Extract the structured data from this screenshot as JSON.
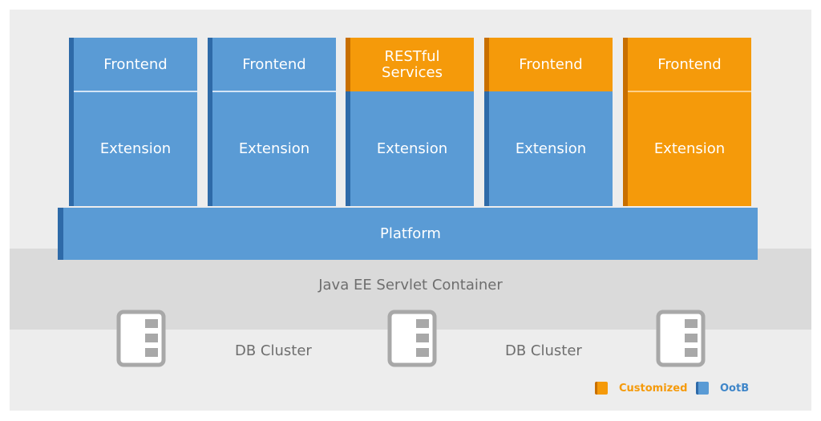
{
  "modules": [
    {
      "top": "Frontend",
      "bottom": "Extension",
      "top_type": "ootb",
      "bottom_type": "ootb"
    },
    {
      "top": "Frontend",
      "bottom": "Extension",
      "top_type": "ootb",
      "bottom_type": "ootb"
    },
    {
      "top": "RESTful\nServices",
      "bottom": "Extension",
      "top_type": "customized",
      "bottom_type": "ootb"
    },
    {
      "top": "Frontend",
      "bottom": "Extension",
      "top_type": "customized",
      "bottom_type": "ootb"
    },
    {
      "top": "Frontend",
      "bottom": "Extension",
      "top_type": "customized",
      "bottom_type": "customized"
    }
  ],
  "platform": {
    "label": "Platform"
  },
  "servlet": {
    "label": "Java EE Servlet Container"
  },
  "db": {
    "labels": [
      "DB Cluster",
      "DB Cluster"
    ]
  },
  "legend": {
    "customized": "Customized",
    "ootb": "OotB"
  },
  "colors": {
    "ootb": "#5a9bd5",
    "customized": "#f59a0a",
    "ootb_dark": "#2e6aa8",
    "customized_dark": "#c86f00",
    "text_gray": "#6e6e6e"
  },
  "icons": [
    "server-icon",
    "server-icon",
    "server-icon"
  ]
}
